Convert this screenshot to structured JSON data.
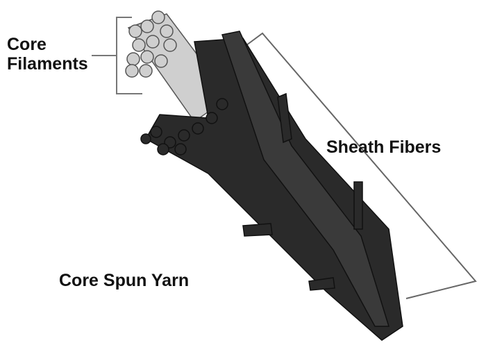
{
  "labels": {
    "core_filaments": [
      "Core",
      "Filaments"
    ],
    "sheath_fibers": "Sheath Fibers",
    "yarn_name": "Core Spun Yarn"
  }
}
